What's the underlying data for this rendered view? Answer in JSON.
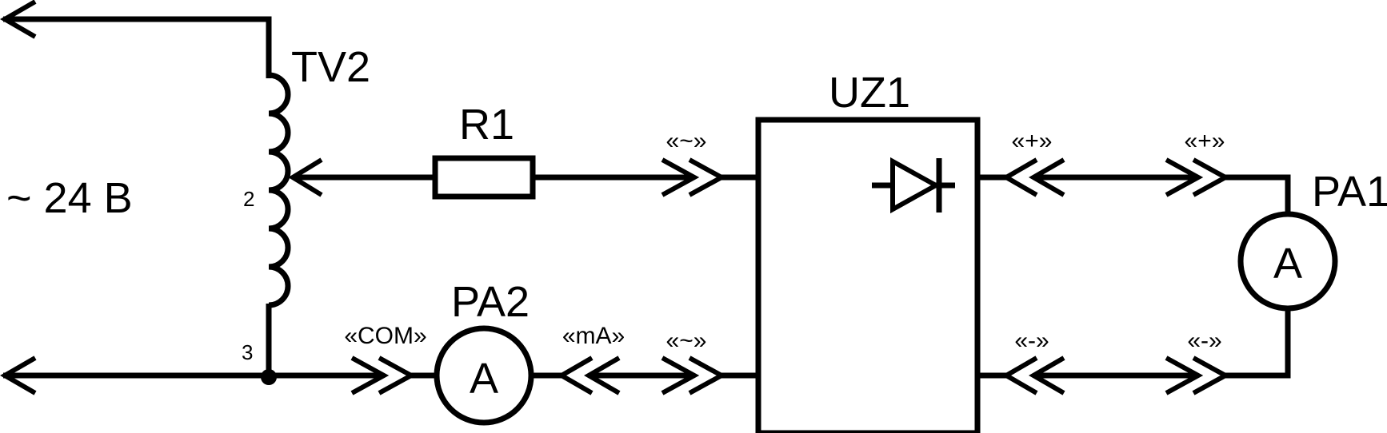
{
  "labels": {
    "transformer": "TV2",
    "voltage": "~ 24 В",
    "tap_2": "2",
    "tap_3": "3",
    "resistor": "R1",
    "rectifier": "UZ1",
    "ammeter_1": "PA1",
    "ammeter_2": "PA2",
    "ammeter_symbol": "A"
  },
  "connectors": {
    "ac_top": "«~»",
    "ac_bottom": "«~»",
    "plus_left": "«+»",
    "plus_right": "«+»",
    "minus_left": "«-»",
    "minus_right": "«-»",
    "com": "«COM»",
    "ma": "«mA»"
  }
}
